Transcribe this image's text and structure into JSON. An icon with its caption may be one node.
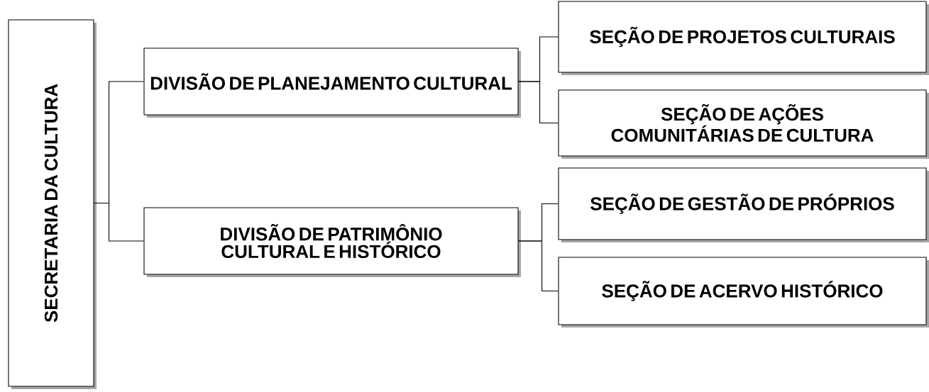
{
  "diagram": {
    "nodes": [
      {
        "text": [
          "SECRETARIA DA CULTURA"
        ]
      },
      {
        "text": [
          "DIVISÃO DE PLANEJAMENTO CULTURAL"
        ]
      },
      {
        "text": [
          "DIVISÃO DE PATRIMÔNIO CULTURAL E HISTÓRICO"
        ]
      },
      {
        "text": [
          "SEÇÃO DE PROJETOS CULTURAIS"
        ]
      },
      {
        "text": [
          "SEÇÃO DE AÇÕES COMUNITÁRIAS DE CULTURA"
        ]
      },
      {
        "text": [
          "SEÇÃO DE GESTÃO DE PRÓPRIOS"
        ]
      },
      {
        "text": [
          "SEÇÃO DE ACERVO HISTÓRICO"
        ]
      }
    ],
    "edges": [
      {
        "from": 0,
        "to": 1,
        "arrow": "none"
      },
      {
        "from": 0,
        "to": 2,
        "arrow": "none"
      },
      {
        "from": 1,
        "to": 3,
        "arrow": "none"
      },
      {
        "from": 1,
        "to": 4,
        "arrow": "none"
      },
      {
        "from": 2,
        "to": 5,
        "arrow": "none"
      },
      {
        "from": 2,
        "to": 6,
        "arrow": "none"
      }
    ]
  }
}
